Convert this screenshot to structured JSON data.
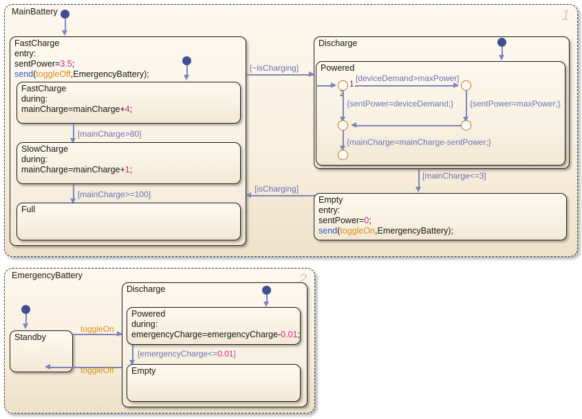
{
  "charts": [
    {
      "name": "MainBattery",
      "badge": "1",
      "states": {
        "fastcharge_outer": "FastCharge\nentry:\nsentPower=3.5;\nsend(toggleOff,EmergencyBattery);",
        "fastcharge_inner": "FastCharge\nduring:\nmainCharge=mainCharge+4;",
        "slowcharge": "SlowCharge\nduring:\nmainCharge=mainCharge+1;",
        "full": "Full",
        "discharge": "Discharge",
        "powered": "Powered",
        "empty": "Empty\nentry:\nsentPower=0;\nsend(toggleOn,EmergencyBattery);"
      },
      "transitions": {
        "to_slowcharge": "[mainCharge>80]",
        "to_full": "[mainCharge>=100]",
        "to_discharge": "[~isCharging]",
        "to_fastcharge": "[isCharging]",
        "to_empty": "[mainCharge<=3]",
        "demand_guard": "[deviceDemand>maxPower]",
        "set_demand": "{sentPower=deviceDemand;}",
        "set_maxpower": "{sentPower=maxPower;}",
        "update_charge": "{mainCharge=mainCharge-sentPower;}",
        "order_1": "1",
        "order_2": "2"
      }
    },
    {
      "name": "EmergencyBattery",
      "badge": "2",
      "states": {
        "standby": "Standby",
        "discharge": "Discharge",
        "powered": "Powered\nduring:\nemergencyCharge=emergencyCharge-0.01;",
        "empty": "Empty"
      },
      "transitions": {
        "toggle_on": "toggleOn",
        "toggle_off": "toggleOff",
        "to_empty": "[emergencyCharge<=0.01]"
      }
    }
  ],
  "colors": {
    "transition": "#7b84bd",
    "junction": "#c07a28",
    "default_marker": "#40508f",
    "keyword": "#2b56c4",
    "event": "#d98f15",
    "number": "#e0218a",
    "chart_bg": "#f9f0e0"
  }
}
